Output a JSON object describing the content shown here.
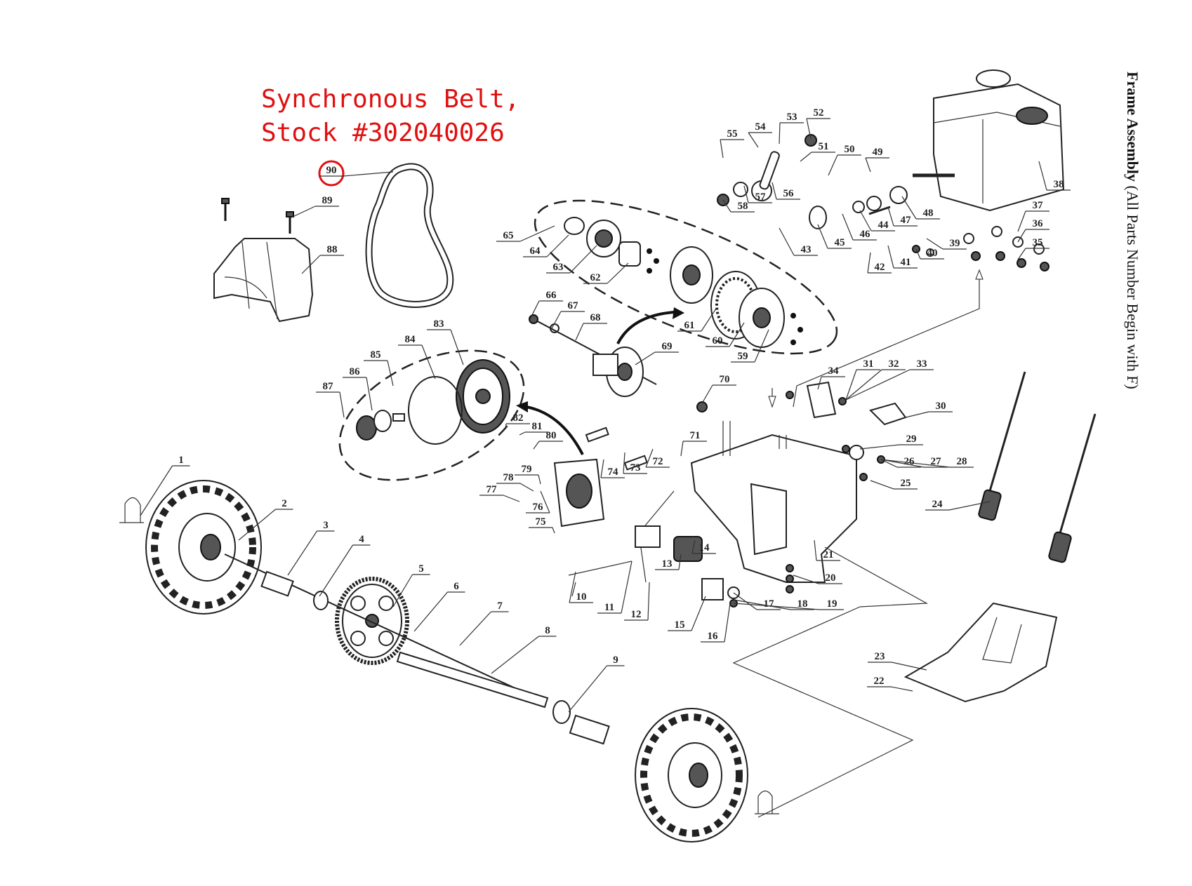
{
  "callout": {
    "line1": "Synchronous Belt,",
    "line2": "Stock #302040026",
    "highlight_color": "#e01010",
    "highlighted_part": "90"
  },
  "side_title": {
    "bold": "Frame Assembly",
    "rest": " (All Parts Number Begin with F)"
  },
  "part_numbers": [
    "1",
    "2",
    "3",
    "4",
    "5",
    "6",
    "7",
    "8",
    "9",
    "10",
    "11",
    "12",
    "13",
    "14",
    "15",
    "16",
    "17",
    "18",
    "19",
    "20",
    "21",
    "22",
    "23",
    "24",
    "25",
    "26",
    "27",
    "28",
    "29",
    "30",
    "31",
    "32",
    "33",
    "34",
    "35",
    "36",
    "37",
    "38",
    "39",
    "40",
    "41",
    "42",
    "43",
    "44",
    "45",
    "46",
    "47",
    "48",
    "49",
    "50",
    "51",
    "52",
    "53",
    "54",
    "55",
    "56",
    "57",
    "58",
    "59",
    "60",
    "61",
    "62",
    "63",
    "64",
    "65",
    "66",
    "67",
    "68",
    "69",
    "70",
    "71",
    "72",
    "73",
    "74",
    "75",
    "76",
    "77",
    "78",
    "79",
    "80",
    "81",
    "82",
    "83",
    "84",
    "85",
    "86",
    "87",
    "88",
    "89",
    "90"
  ]
}
